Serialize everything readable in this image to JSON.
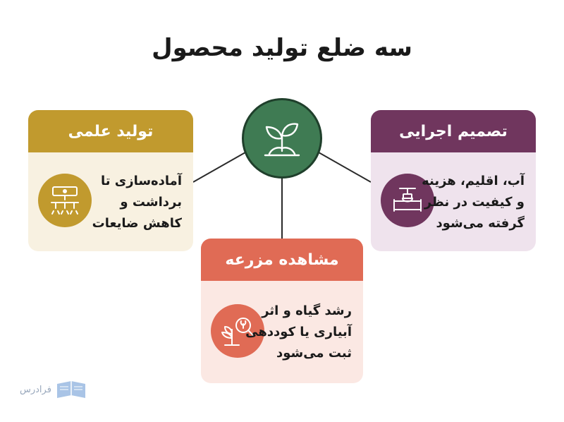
{
  "title": "سه ضلع تولید محصول",
  "hub": {
    "icon": "sprout-icon",
    "color": "#3f7b53"
  },
  "cards": {
    "left": {
      "header": "تولید علمی",
      "lines": [
        "آماده‌سازی تا",
        "برداشت و",
        "کاهش ضایعات"
      ],
      "icon": "sprinkler-icon",
      "color": "#c19a2e"
    },
    "right": {
      "header": "تصمیم اجرایی",
      "lines": [
        "آب، اقلیم، هزینه",
        "و کیفیت در نظر",
        "گرفته می‌شود"
      ],
      "icon": "valve-icon",
      "color": "#70365e"
    },
    "bottom": {
      "header": "مشاهده مزرعه",
      "lines": [
        "رشد گیاه و اثر",
        "آبیاری یا کوددهی",
        "ثبت می‌شود"
      ],
      "icon": "plant-inspect-icon",
      "color": "#e06b55"
    }
  },
  "logo": {
    "text": "فرادرس",
    "icon": "book-icon"
  }
}
